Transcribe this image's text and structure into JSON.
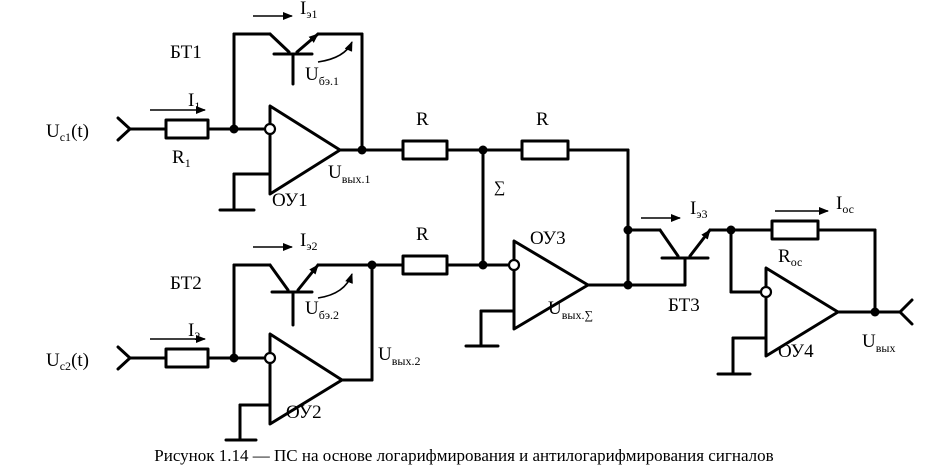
{
  "labels": {
    "uc1": "U",
    "uc1_sub": "c1",
    "uc1_tail": "(t)",
    "uc2": "U",
    "uc2_sub": "c2",
    "uc2_tail": "(t)",
    "i1": "I",
    "i1_sub": "1",
    "i2": "I",
    "i2_sub": "2",
    "r1": "R",
    "r1_sub": "1",
    "bt1": "БТ1",
    "bt2": "БТ2",
    "bt3": "БТ3",
    "ie1": "I",
    "ie1_sub": "э1",
    "ie2": "I",
    "ie2_sub": "э2",
    "ie3": "I",
    "ie3_sub": "э3",
    "ube1": "U",
    "ube1_sub": "бэ.1",
    "ube2": "U",
    "ube2_sub": "бэ.2",
    "ou1": "ОУ1",
    "ou2": "ОУ2",
    "ou3": "ОУ3",
    "ou4": "ОУ4",
    "uvyh1": "U",
    "uvyh1_sub": "вых.1",
    "uvyh2": "U",
    "uvyh2_sub": "вых.2",
    "uvyhs": "U",
    "uvyhs_sub": "вых.∑",
    "uvyh": "U",
    "uvyh_sub": "вых",
    "r_a": "R",
    "r_b": "R",
    "r_c": "R",
    "sigma": "∑",
    "ios": "I",
    "ios_sub": "ос",
    "ros": "R",
    "ros_sub": "ос"
  },
  "caption": "Рисунок 1.14 — ПС на основе логарифмирования и антилогарифмирования сигналов"
}
